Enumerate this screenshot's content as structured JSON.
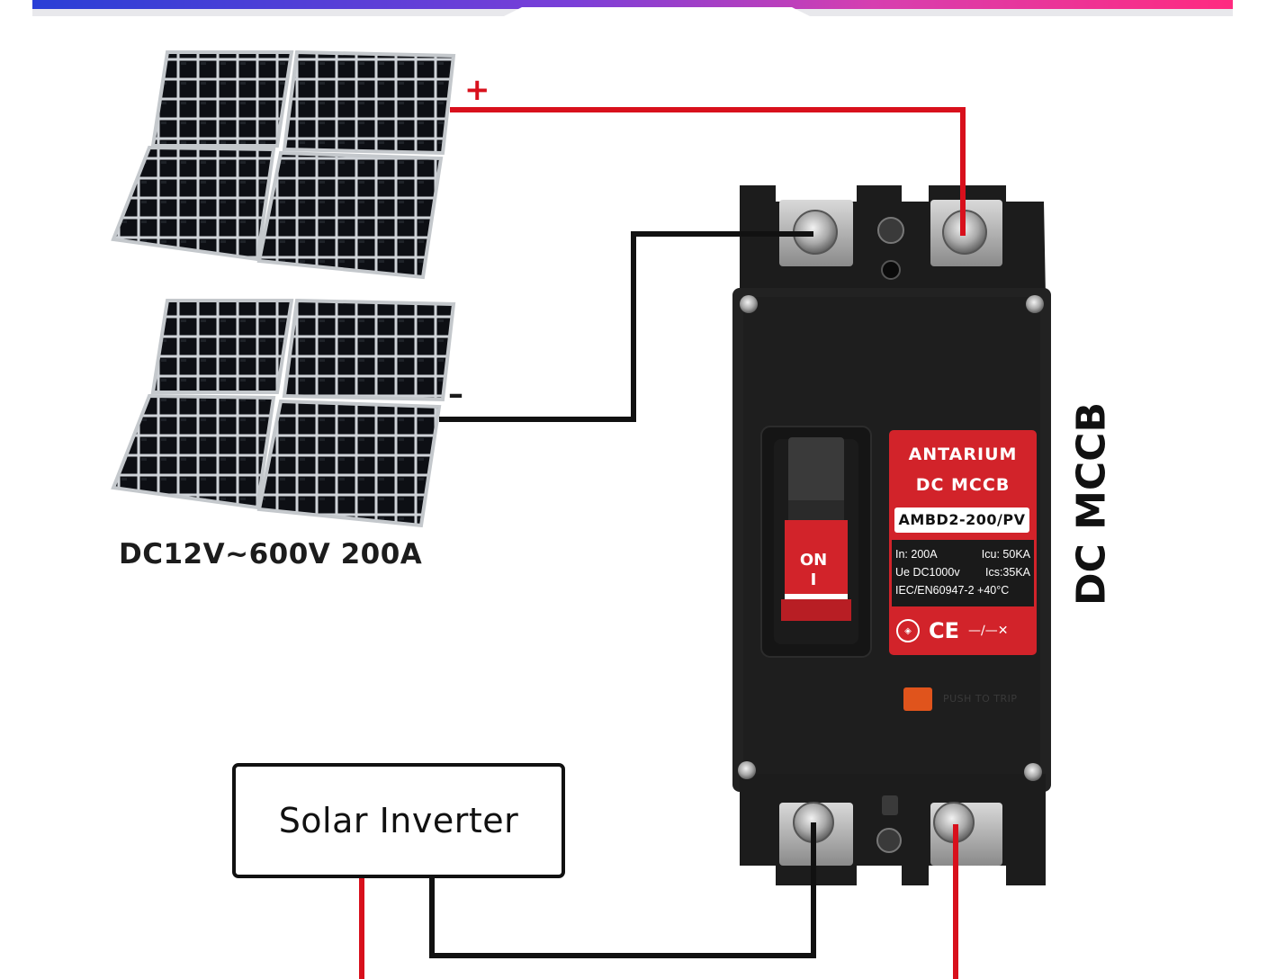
{
  "diagram": {
    "solar_panel_rating": "DC12V~600V 200A",
    "positive_label": "+",
    "negative_label": "–",
    "inverter_label": "Solar Inverter",
    "product_title": "DC MCCB"
  },
  "breaker_label": {
    "brand": "ANTARIUM",
    "product": "DC MCCB",
    "model": "AMBD2-200/PV",
    "specs": [
      {
        "left": "In: 200A",
        "right": "Icu: 50KA"
      },
      {
        "left": "Ue DC1000v",
        "right": "Ics:35KA"
      },
      {
        "left": "IEC/EN60947-2 +40°C",
        "right": ""
      }
    ],
    "cert_mark": "CE",
    "handle_text": "ON",
    "handle_symbol": "I",
    "trip_button_label": "PUSH TO TRIP"
  },
  "colors": {
    "positive_wire": "#d8101c",
    "negative_wire": "#111111",
    "breaker_body": "#1f1f1f",
    "label_red": "#d2232a",
    "trip_button": "#e0541c"
  },
  "icons": [
    "solar-panel-icon",
    "terminal-screw-icon",
    "ce-mark-icon",
    "certification-icon",
    "switch-symbol-icon"
  ]
}
